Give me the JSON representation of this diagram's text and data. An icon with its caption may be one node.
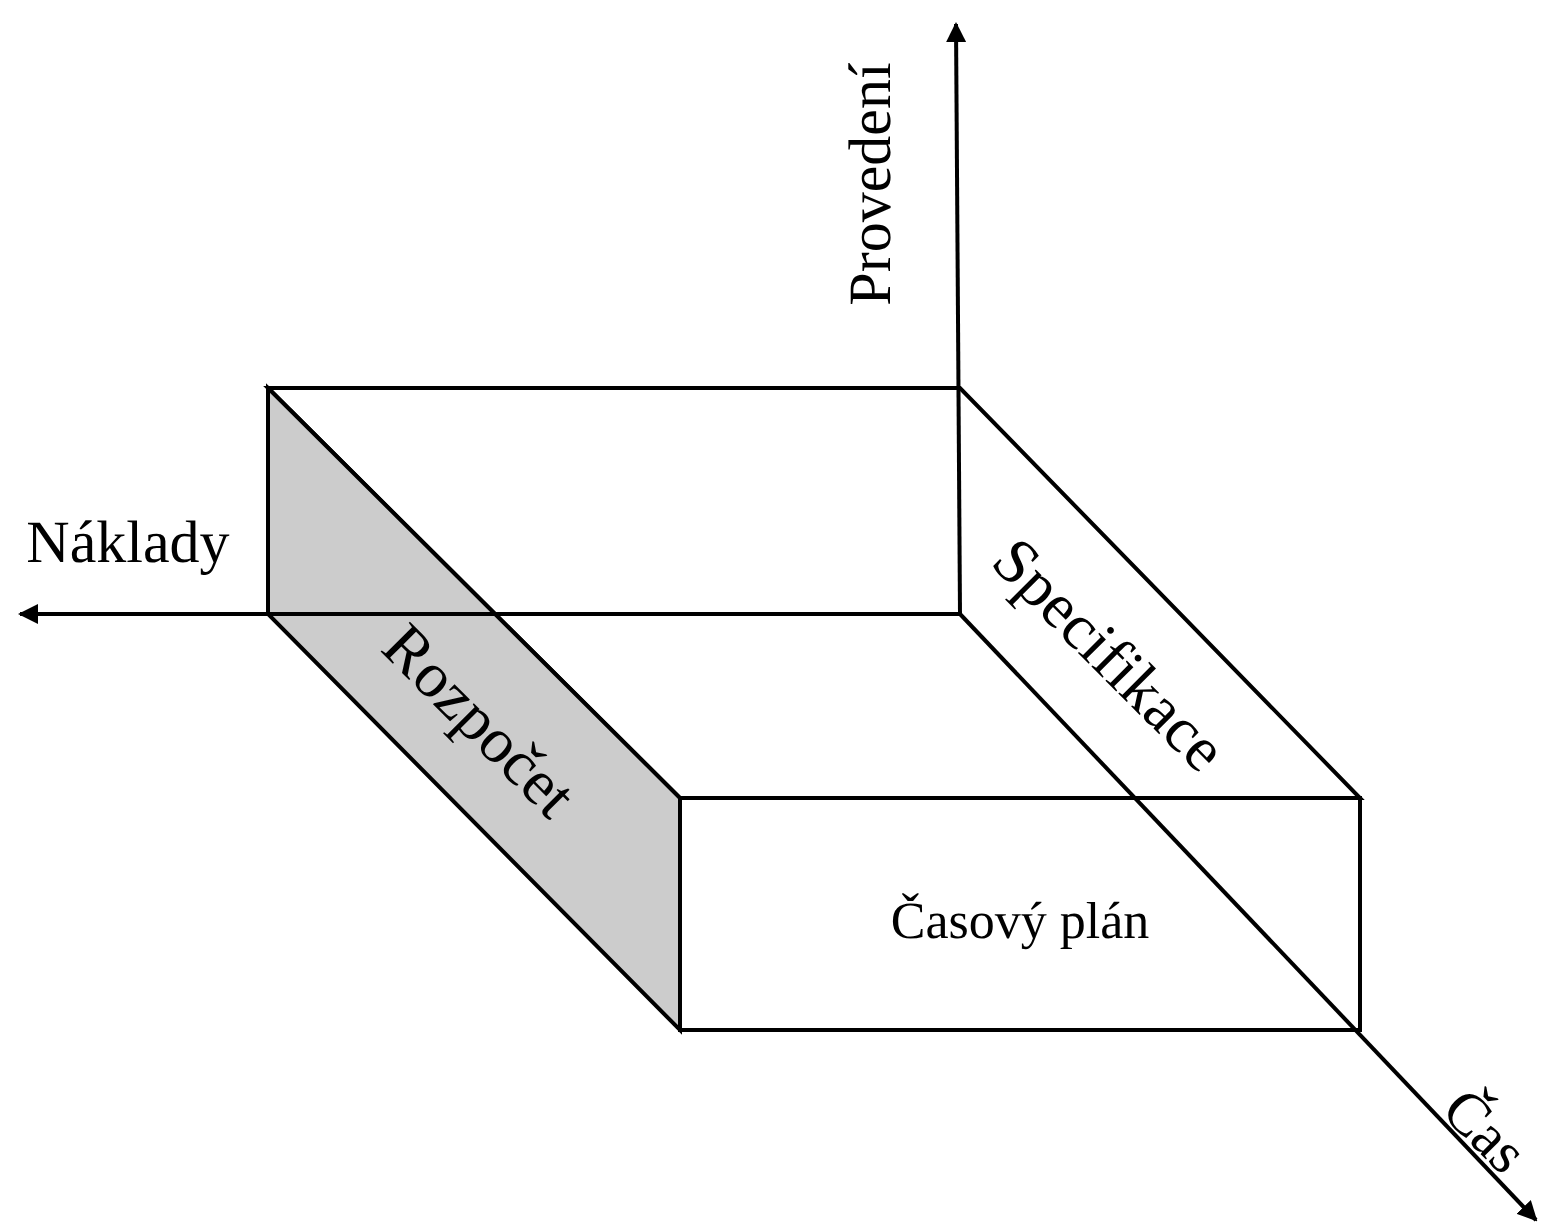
{
  "diagram": {
    "nodes": [
      {
        "text": [
          "Specifikace"
        ]
      },
      {
        "text": [
          "Rozpočet"
        ]
      },
      {
        "text": [
          "Časový plán"
        ]
      }
    ],
    "labels": [
      "Provedení",
      "Náklady",
      "Čas"
    ]
  }
}
